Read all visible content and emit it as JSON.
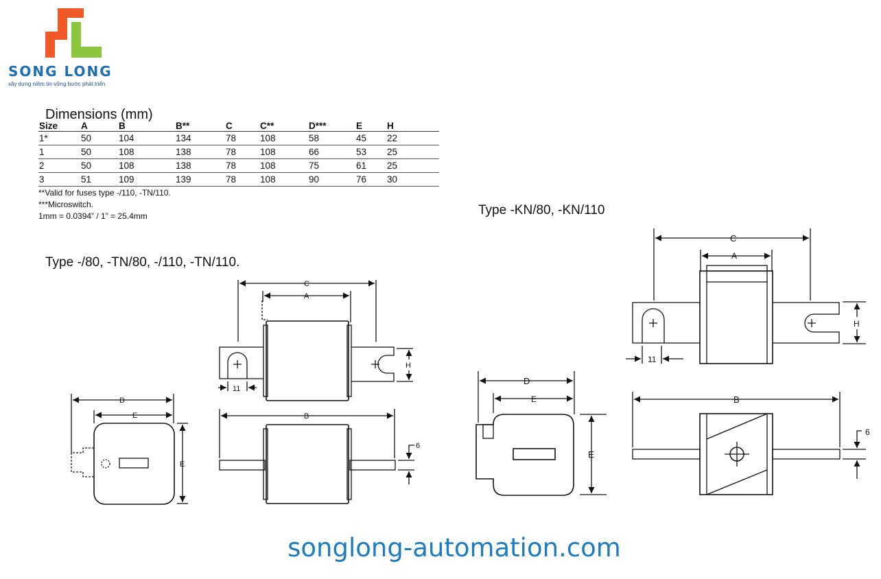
{
  "brand": {
    "name": "SONG LONG",
    "tagline": "xây dựng niềm tin-vững bước phát triển",
    "colors": {
      "orange": "#f05a28",
      "green": "#8cc63f",
      "blue": "#1c6fb5"
    }
  },
  "dimensions": {
    "title": "Dimensions (mm)",
    "columns": [
      "Size",
      "A",
      "B",
      "B**",
      "C",
      "C**",
      "D***",
      "E",
      "H"
    ],
    "rows": [
      [
        "1*",
        "50",
        "104",
        "134",
        "78",
        "108",
        "58",
        "45",
        "22"
      ],
      [
        "1",
        "50",
        "108",
        "138",
        "78",
        "108",
        "66",
        "53",
        "25"
      ],
      [
        "2",
        "50",
        "108",
        "138",
        "78",
        "108",
        "75",
        "61",
        "25"
      ],
      [
        "3",
        "51",
        "109",
        "139",
        "78",
        "108",
        "90",
        "76",
        "30"
      ]
    ],
    "notes": [
      "**Valid for fuses type -/110, -TN/110.",
      "***Microswitch.",
      "1mm = 0.0394” / 1” = 25.4mm"
    ]
  },
  "diagram_left": {
    "title": "Type -/80, -TN/80, -/110, -TN/110.",
    "labels": {
      "C": "C",
      "A": "A",
      "H": "H",
      "slot": "11",
      "D": "D",
      "E_horizontal": "E",
      "E_vertical": "E",
      "B": "B",
      "thickness": "6"
    }
  },
  "diagram_right": {
    "title": "Type -KN/80, -KN/110",
    "labels": {
      "C": "C",
      "A": "A",
      "H": "H",
      "slot": "11",
      "D": "D",
      "E_horizontal": "E",
      "E_vertical": "E",
      "B": "B",
      "thickness": "6"
    }
  },
  "website": "songlong-automation.com"
}
